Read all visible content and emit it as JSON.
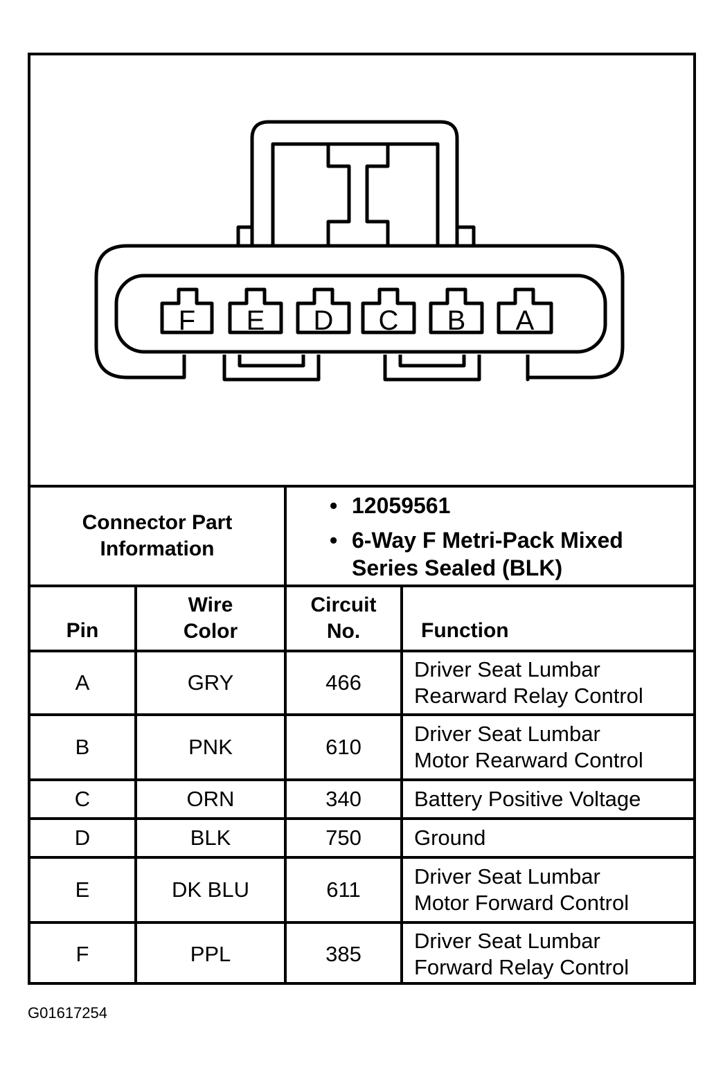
{
  "connector": {
    "pins_left_to_right": [
      "F",
      "E",
      "D",
      "C",
      "B",
      "A"
    ]
  },
  "part_info": {
    "label_line1": "Connector Part",
    "label_line2": "Information",
    "items": [
      {
        "line1": "12059561",
        "line2": ""
      },
      {
        "line1": "6-Way F Metri-Pack Mixed",
        "line2": "Series Sealed (BLK)"
      }
    ]
  },
  "table": {
    "headers": {
      "pin": "Pin",
      "wire_color_1": "Wire",
      "wire_color_2": "Color",
      "circuit_1": "Circuit",
      "circuit_2": "No.",
      "function": "Function"
    },
    "rows": [
      {
        "pin": "A",
        "color": "GRY",
        "circuit": "466",
        "function_1": "Driver Seat Lumbar",
        "function_2": "Rearward Relay Control"
      },
      {
        "pin": "B",
        "color": "PNK",
        "circuit": "610",
        "function_1": "Driver Seat Lumbar",
        "function_2": "Motor Rearward Control"
      },
      {
        "pin": "C",
        "color": "ORN",
        "circuit": "340",
        "function_1": "Battery Positive Voltage",
        "function_2": ""
      },
      {
        "pin": "D",
        "color": "BLK",
        "circuit": "750",
        "function_1": "Ground",
        "function_2": ""
      },
      {
        "pin": "E",
        "color": "DK BLU",
        "circuit": "611",
        "function_1": "Driver Seat Lumbar",
        "function_2": "Motor Forward Control"
      },
      {
        "pin": "F",
        "color": "PPL",
        "circuit": "385",
        "function_1": "Driver Seat Lumbar",
        "function_2": "Forward Relay Control"
      }
    ]
  },
  "figure_id": "G01617254"
}
